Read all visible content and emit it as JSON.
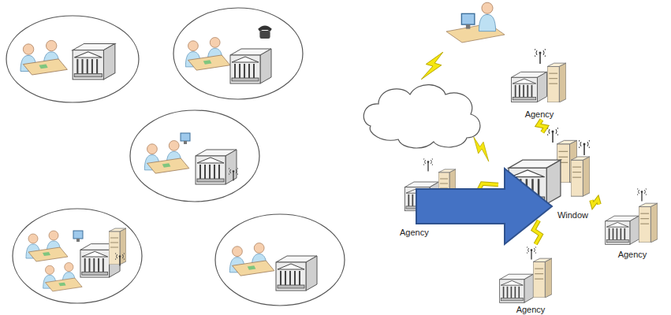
{
  "diagram": {
    "nodes": [
      {
        "text": [
          "Agency"
        ]
      },
      {
        "text": [
          "Agency"
        ]
      },
      {
        "text": [
          "Window"
        ]
      },
      {
        "text": [
          "Agency"
        ]
      },
      {
        "text": [
          "Agency"
        ]
      }
    ],
    "edges": [
      {
        "from": 0,
        "to": 2,
        "arrow": "none"
      },
      {
        "from": 1,
        "to": 2,
        "arrow": "none"
      },
      {
        "from": 3,
        "to": 2,
        "arrow": "none"
      },
      {
        "from": 4,
        "to": 2,
        "arrow": "none"
      }
    ]
  }
}
